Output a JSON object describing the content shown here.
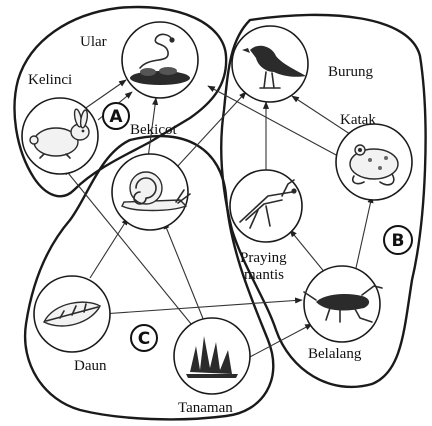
{
  "diagram": {
    "organisms": {
      "ular": "Ular",
      "kelinci": "Kelinci",
      "bekicot": "Bekicot",
      "burung": "Burung",
      "katak": "Katak",
      "praying_mantis_line1": "Praying",
      "praying_mantis_line2": "mantis",
      "daun": "Daun",
      "tanaman": "Tanaman",
      "belalang": "Belalang"
    },
    "groups": {
      "a": "A",
      "b": "B",
      "c": "C"
    }
  },
  "illustrations": {
    "ular": "snake-on-rocks",
    "kelinci": "rabbit",
    "bekicot": "snail",
    "burung": "bird",
    "katak": "frog",
    "praying_mantis": "mantis",
    "daun": "leaf",
    "tanaman": "grass",
    "belalang": "grasshopper"
  }
}
